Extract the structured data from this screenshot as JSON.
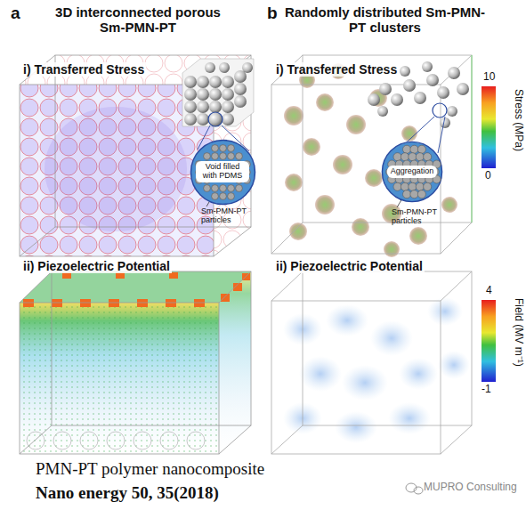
{
  "diagram": {
    "caption": "PMN-PT polymer nanocomposite",
    "nodes": [
      {
        "text": [
          "Void filled with PDMS"
        ]
      },
      {
        "text": [
          "Aggregation"
        ]
      }
    ],
    "labels": [
      "a",
      "3D interconnected porous Sm-PMN-PT",
      "i) Transferred Stress",
      "ii) Piezoelectric Potential",
      "Sm-PMN-PT particles",
      "b",
      "Randomly distributed Sm-PMN-PT clusters",
      "i) Transferred Stress",
      "ii) Piezoelectric Potential",
      "Sm-PMN-PT particles",
      "10",
      "0",
      "Stress (MPa)",
      "4",
      "-1",
      "Field (MV m⁻¹)",
      "Nano energy 50, 35(2018)",
      "MUPRO Consulting"
    ]
  }
}
